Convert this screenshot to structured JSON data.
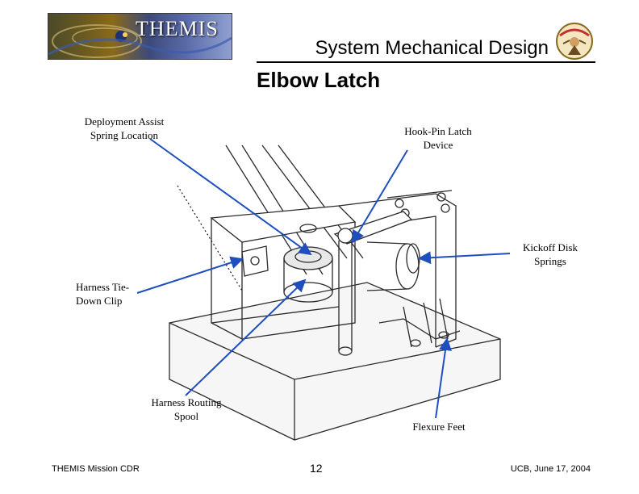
{
  "header": {
    "logo_text": "THEMIS",
    "title": "System Mechanical Design"
  },
  "slide": {
    "title": "Elbow Latch"
  },
  "callouts": {
    "spring": "Deployment Assist Spring Location",
    "hook": "Hook-Pin Latch Device",
    "kickoff": "Kickoff Disk Springs",
    "harness": "Harness Tie-Down Clip",
    "spool": "Harness Routing Spool",
    "feet": "Flexure Feet"
  },
  "footer": {
    "left": "THEMIS Mission CDR",
    "page": "12",
    "right": "UCB, June 17, 2004"
  },
  "colors": {
    "arrow": "#1f4fbf",
    "line": "#2a2a2a"
  }
}
